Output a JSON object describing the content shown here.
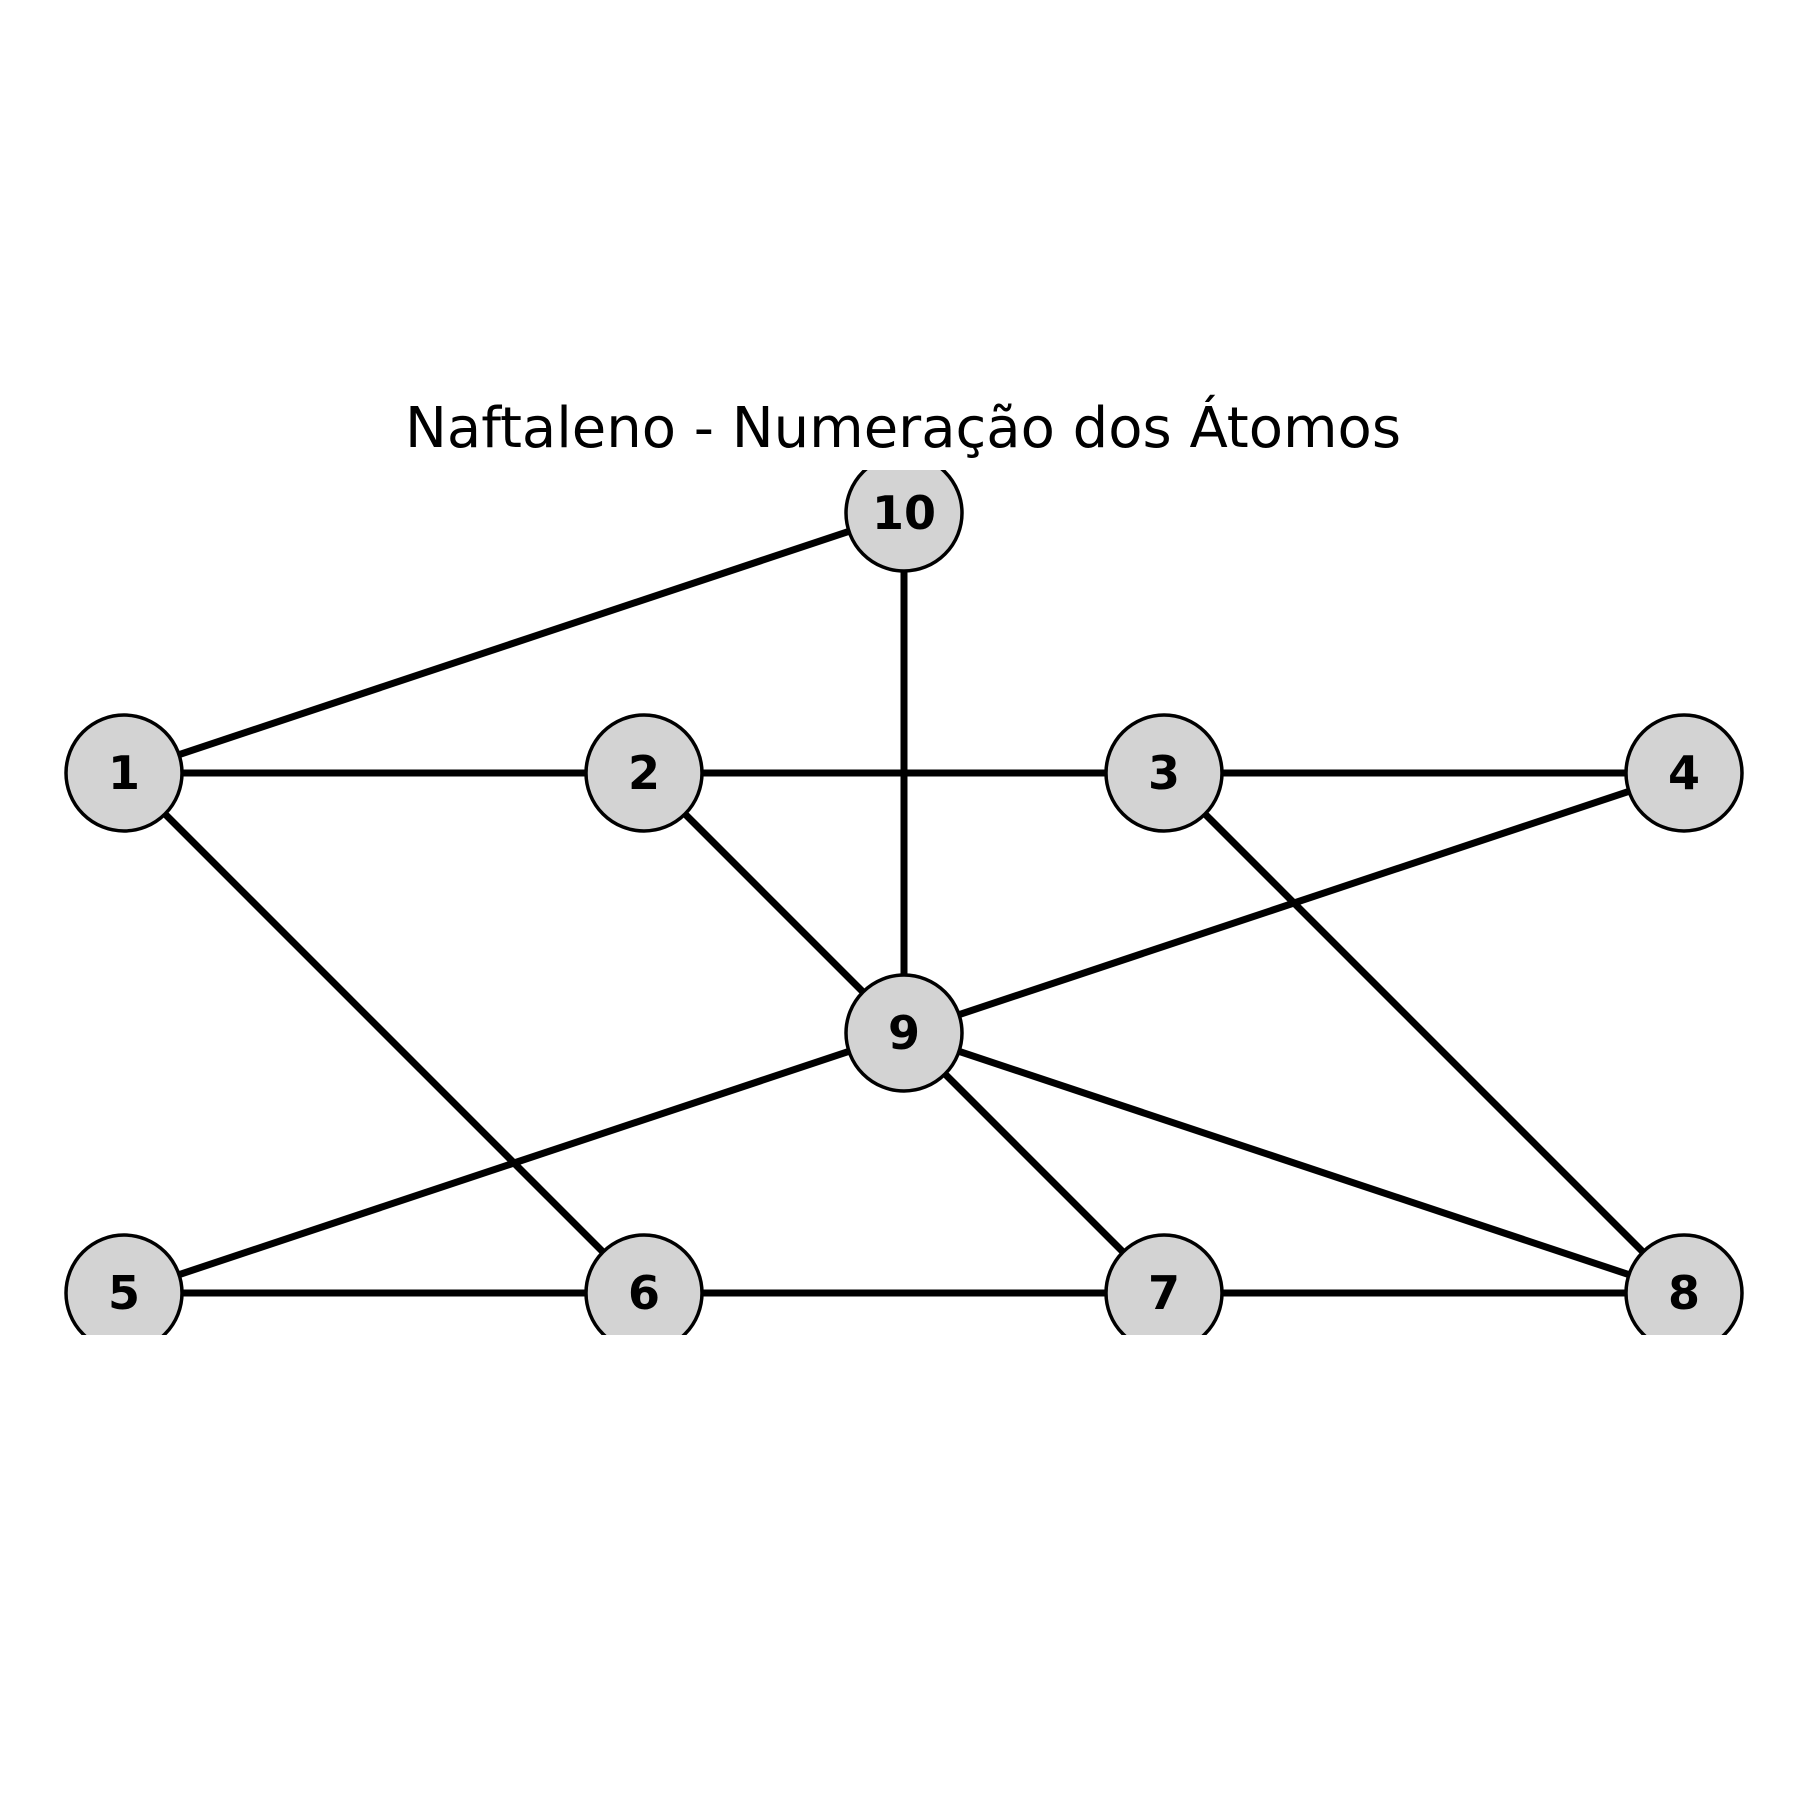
{
  "title": "Naftaleno - Numeração dos Átomos",
  "colors": {
    "node_fill": "#d3d3d3",
    "node_stroke": "#000000",
    "edge": "#000000",
    "background": "#ffffff"
  },
  "nodes": [
    {
      "id": "1",
      "label": "1"
    },
    {
      "id": "2",
      "label": "2"
    },
    {
      "id": "3",
      "label": "3"
    },
    {
      "id": "4",
      "label": "4"
    },
    {
      "id": "5",
      "label": "5"
    },
    {
      "id": "6",
      "label": "6"
    },
    {
      "id": "7",
      "label": "7"
    },
    {
      "id": "8",
      "label": "8"
    },
    {
      "id": "9",
      "label": "9"
    },
    {
      "id": "10",
      "label": "10"
    }
  ],
  "edges": [
    [
      "1",
      "10"
    ],
    [
      "1",
      "2"
    ],
    [
      "1",
      "6"
    ],
    [
      "2",
      "3"
    ],
    [
      "2",
      "9"
    ],
    [
      "3",
      "4"
    ],
    [
      "3",
      "8"
    ],
    [
      "4",
      "9"
    ],
    [
      "5",
      "6"
    ],
    [
      "5",
      "9"
    ],
    [
      "6",
      "7"
    ],
    [
      "7",
      "8"
    ],
    [
      "7",
      "9"
    ],
    [
      "8",
      "9"
    ],
    [
      "9",
      "10"
    ]
  ]
}
